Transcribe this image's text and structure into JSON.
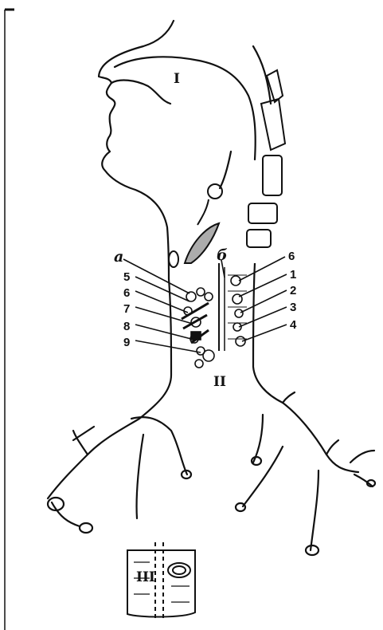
{
  "regions": {
    "nasopharynx": "I",
    "trachea": "II",
    "bronchi": "III"
  },
  "sides": {
    "left": "а",
    "right": "б"
  },
  "left_labels": [
    "5",
    "6",
    "7",
    "8",
    "9"
  ],
  "right_labels": [
    "6",
    "1",
    "2",
    "3",
    "4"
  ]
}
